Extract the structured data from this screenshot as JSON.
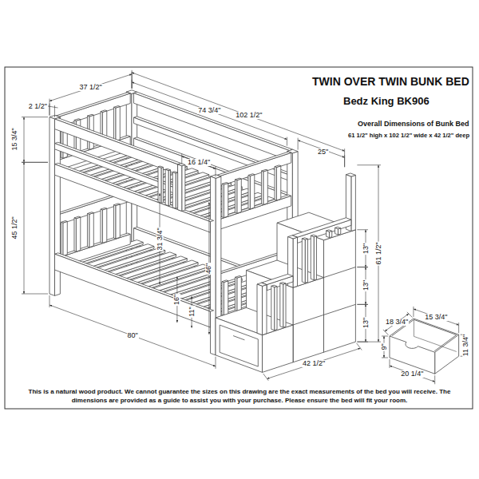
{
  "diagram": {
    "title": "TWIN OVER TWIN BUNK BED",
    "caption": "This is a natural wood product. We cannot guarantee the sizes on this drawing are the exact measurements of the bed you will receive. The dimensions are provided as a guide to assist you with your purchase. Please ensure the bed will fit your room.",
    "labels": [
      "Bedz King BK906",
      "Overall Dimensions of Bunk Bed",
      "61 1/2\" high x 102 1/2\" wide x 42 1/2\" deep",
      "2 1/2\"",
      "37 1/2\"",
      "102 1/2\"",
      "74 3/4\"",
      "16 1/4\"",
      "25\"",
      "15 3/4\"",
      "45 1/2\"",
      "31 3/4\"",
      "46\"",
      "16\"",
      "11\"",
      "80\"",
      "61 1/2\"",
      "13\"",
      "13\"",
      "13\"",
      "42 1/2\"",
      "18 3/4\"",
      "15 3/4\"",
      "9\"",
      "11 3/4\"",
      "20 1/4\""
    ]
  }
}
